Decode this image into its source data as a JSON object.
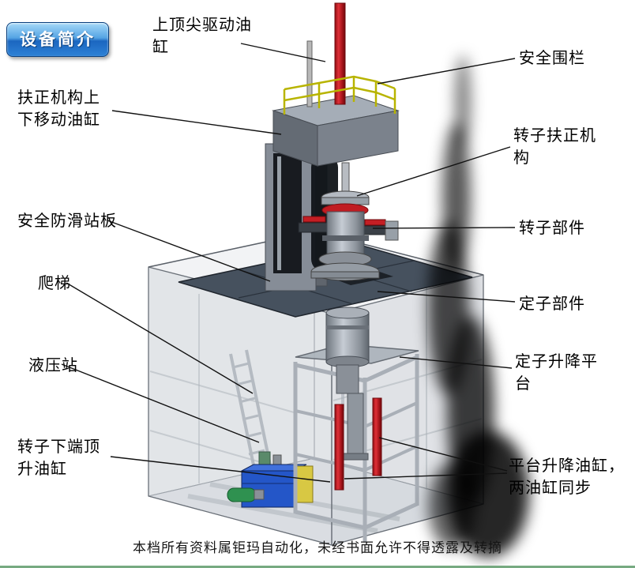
{
  "page": {
    "badge": "设备简介",
    "watermark": "本档所有资料属钜玛自动化，未经书面允许不得透露及转摘"
  },
  "labels": [
    {
      "id": "top-tip-drive-cylinder",
      "text": "上顶尖驱动油缸"
    },
    {
      "id": "safety-fence",
      "text": "安全围栏"
    },
    {
      "id": "centering-updown-cylinder",
      "text": "扶正机构上下移动油缸"
    },
    {
      "id": "rotor-centering-mechanism",
      "text": "转子扶正机构"
    },
    {
      "id": "anti-slip-standing-board",
      "text": "安全防滑站板"
    },
    {
      "id": "ladder",
      "text": "爬梯"
    },
    {
      "id": "hydraulic-station",
      "text": "液压站"
    },
    {
      "id": "rotor-bottom-jack-cylinder",
      "text": "转子下端顶升油缸"
    },
    {
      "id": "rotor-parts",
      "text": "转子部件"
    },
    {
      "id": "stator-parts",
      "text": "定子部件"
    },
    {
      "id": "stator-lift-platform",
      "text": "定子升降平台"
    },
    {
      "id": "platform-lift-cylinders",
      "text": "平台升降油缸，两油缸同步"
    }
  ],
  "colors": {
    "badge_blue": "#1b66c0",
    "cylinder_red": "#c41e24",
    "railing_yellow": "#b8b400",
    "cabinet_yellow": "#d8c843",
    "tank_blue": "#2456c8",
    "motor_green": "#2f9150",
    "platform_gray": "#46515e",
    "pit_gray": "#ccd1d7",
    "smoke_black": "#050505"
  }
}
